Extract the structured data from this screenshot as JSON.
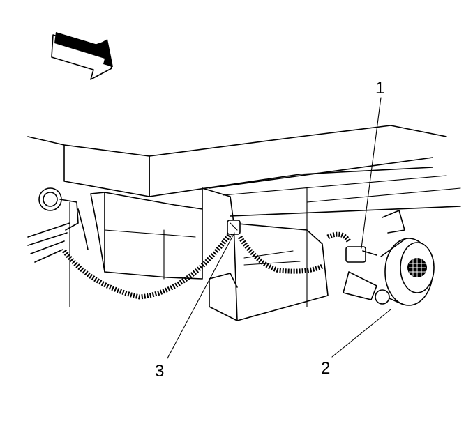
{
  "callouts": [
    {
      "id": "1",
      "text": "1"
    },
    {
      "id": "2",
      "text": "2"
    },
    {
      "id": "3",
      "text": "3"
    }
  ],
  "colors": {
    "line": "#000000",
    "background": "#ffffff"
  },
  "icons": {
    "direction_arrow": "forward-arrow-icon"
  }
}
